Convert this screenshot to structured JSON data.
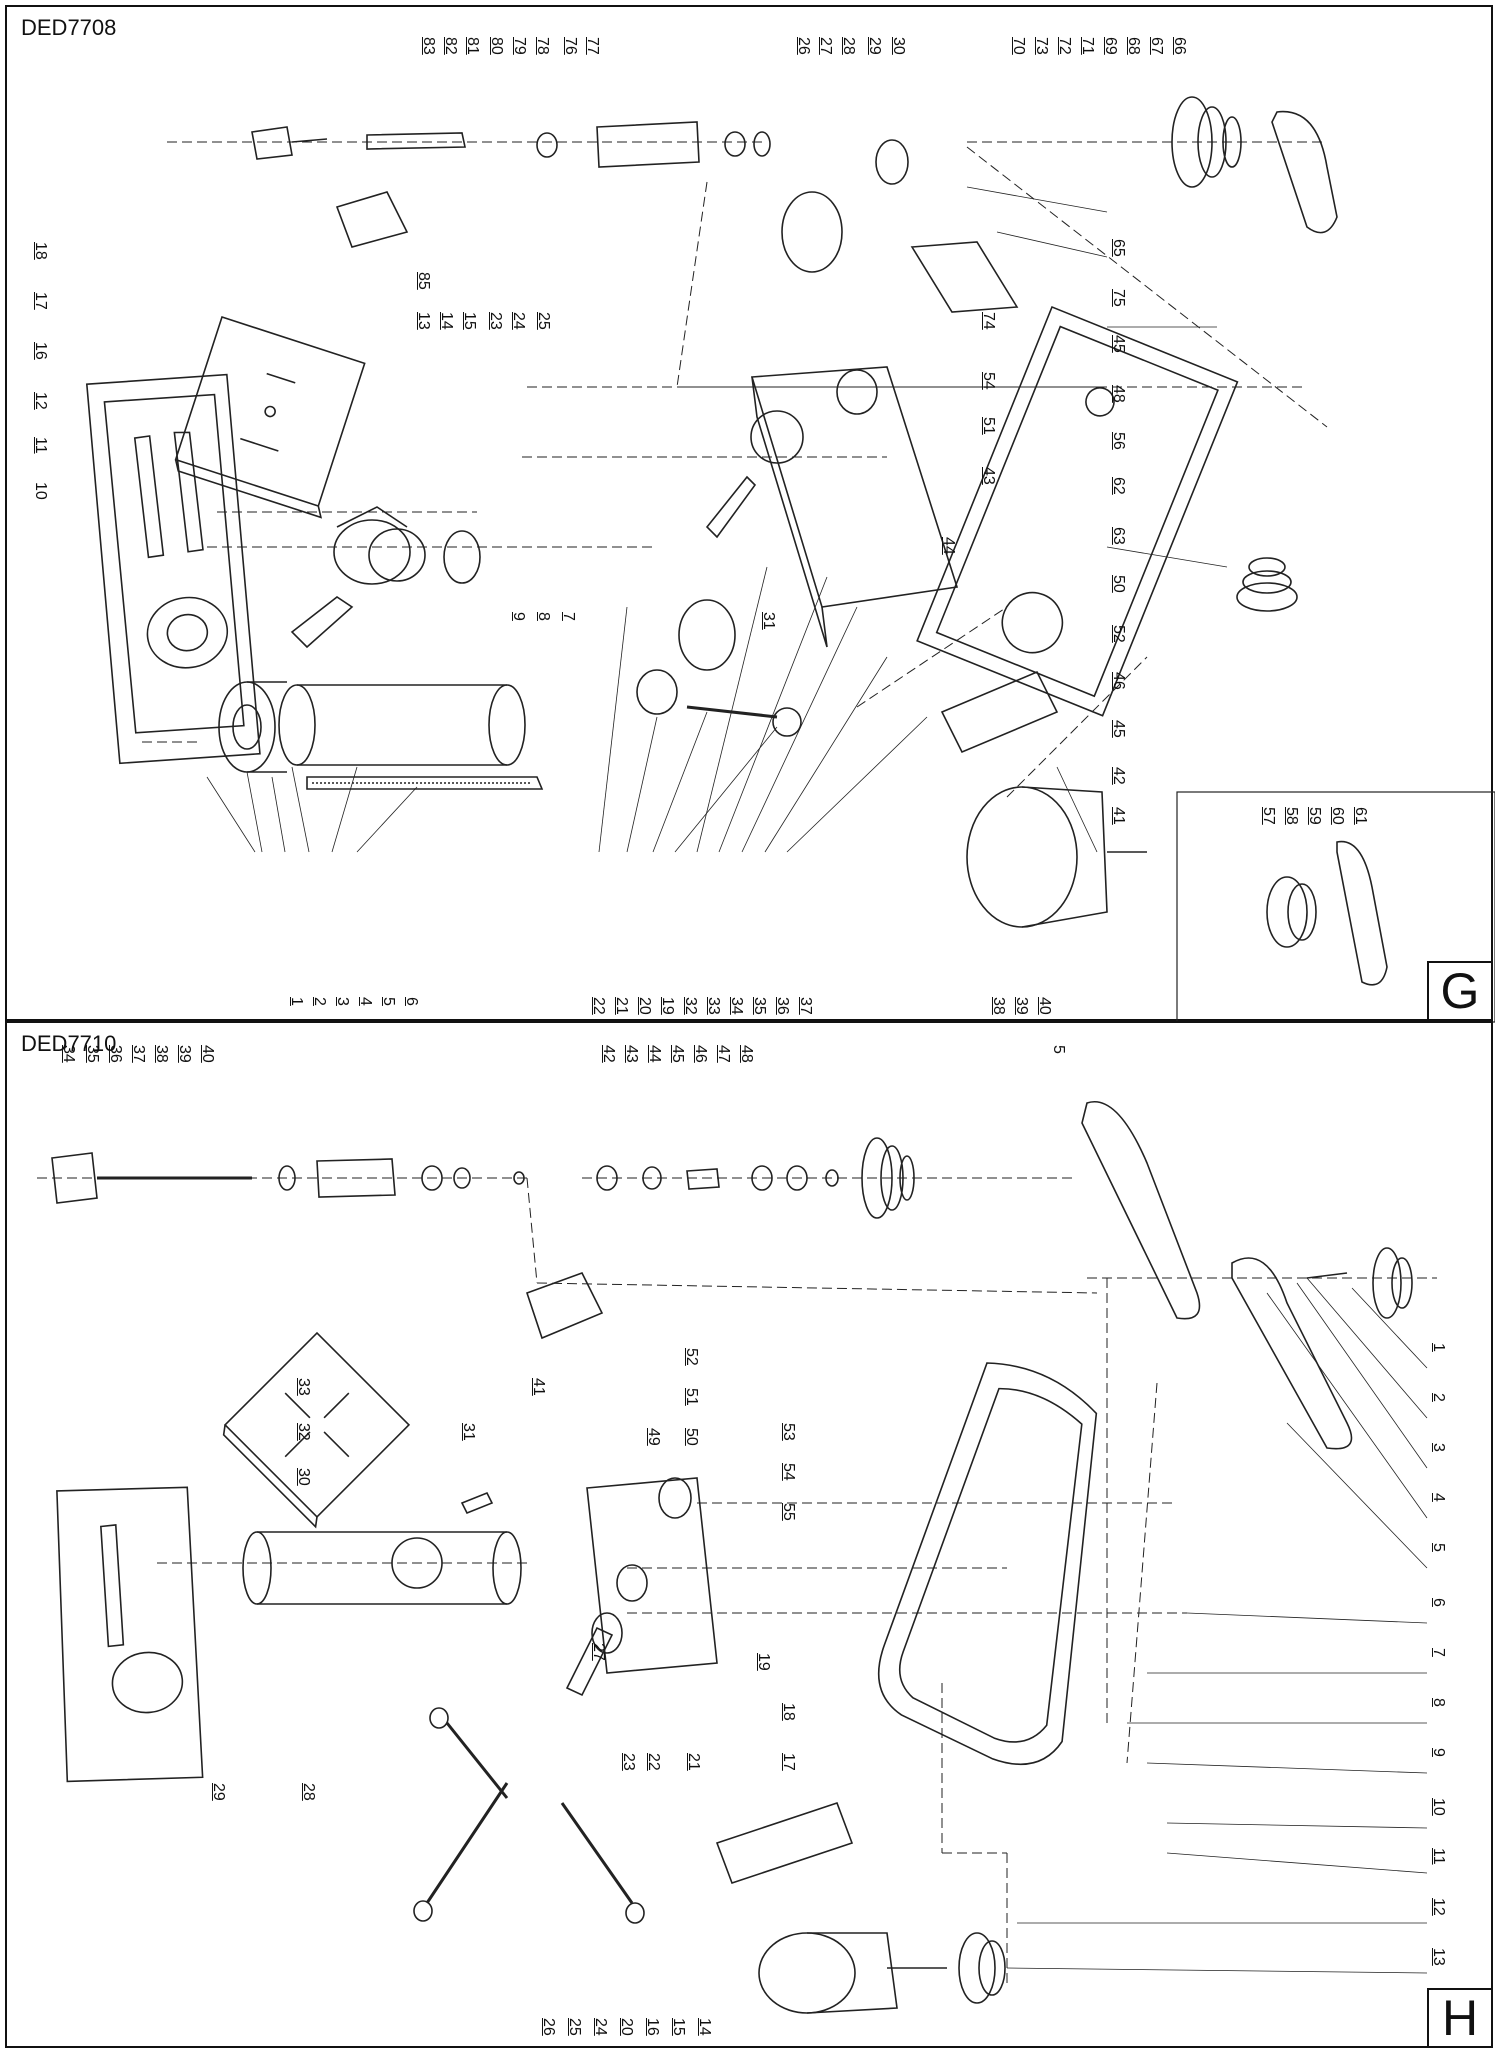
{
  "panels": [
    {
      "id": "g",
      "model": "DED7708",
      "section": "G",
      "labels": [
        "83",
        "82",
        "81",
        "80",
        "79",
        "78",
        "76",
        "77",
        "26",
        "27",
        "28",
        "29",
        "30",
        "70",
        "73",
        "72",
        "71",
        "69",
        "68",
        "67",
        "66",
        "18",
        "17",
        "16",
        "12",
        "11",
        "10",
        "85",
        "13",
        "14",
        "15",
        "23",
        "24",
        "25",
        "65",
        "75",
        "45",
        "48",
        "56",
        "62",
        "63",
        "50",
        "52",
        "46",
        "45",
        "42",
        "41",
        "74",
        "54",
        "51",
        "43",
        "44",
        "57",
        "58",
        "59",
        "60",
        "61",
        "31",
        "9",
        "8",
        "7",
        "1",
        "2",
        "3",
        "4",
        "5",
        "6",
        "22",
        "21",
        "20",
        "19",
        "32",
        "33",
        "34",
        "35",
        "36",
        "37",
        "38",
        "39",
        "40"
      ]
    },
    {
      "id": "h",
      "model": "DED7710",
      "section": "H",
      "labels": [
        "34",
        "35",
        "36",
        "37",
        "38",
        "39",
        "40",
        "42",
        "43",
        "44",
        "45",
        "46",
        "47",
        "48",
        "5",
        "1",
        "2",
        "3",
        "4",
        "5",
        "6",
        "7",
        "8",
        "9",
        "10",
        "11",
        "12",
        "13",
        "33",
        "32",
        "30",
        "31",
        "41",
        "52",
        "51",
        "49",
        "50",
        "53",
        "54",
        "55",
        "27",
        "19",
        "18",
        "17",
        "22",
        "23",
        "21",
        "29",
        "28",
        "26",
        "25",
        "24",
        "20",
        "16",
        "15",
        "14"
      ]
    }
  ]
}
